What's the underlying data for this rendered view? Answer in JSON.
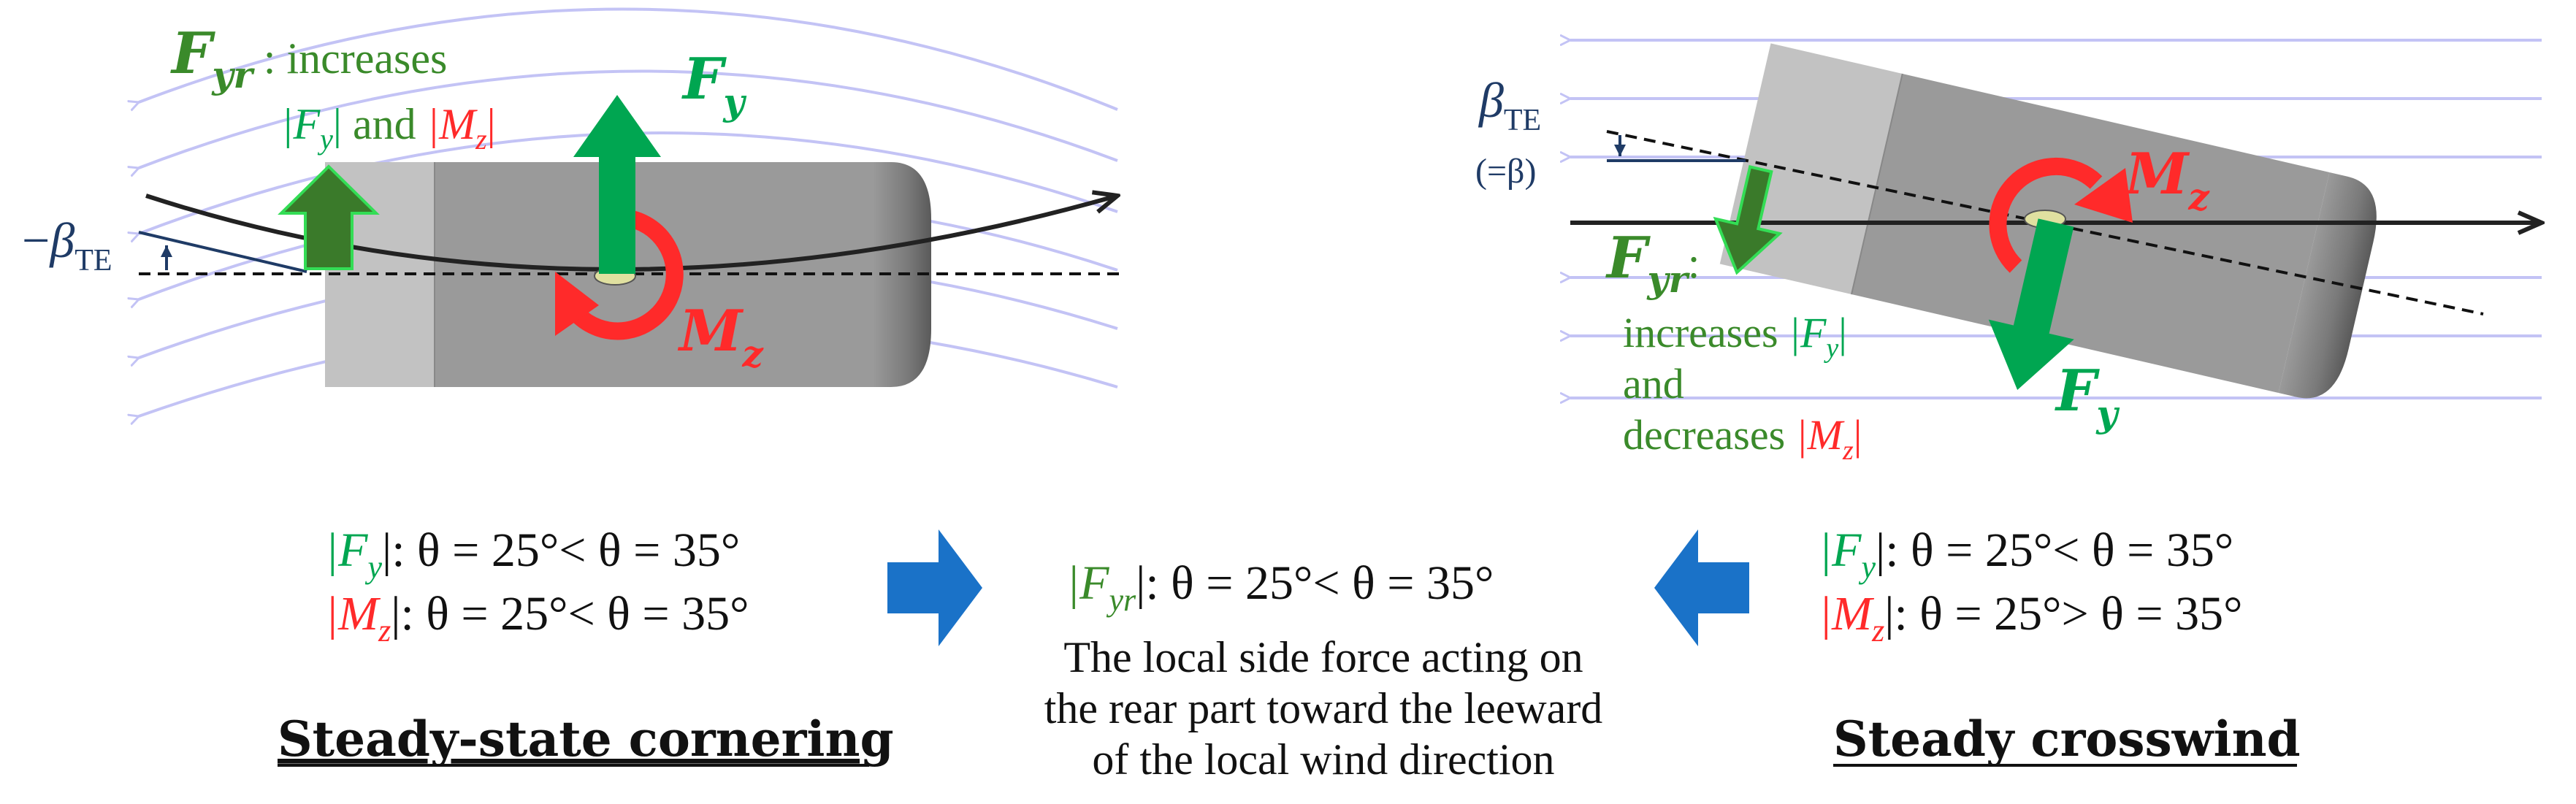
{
  "colors": {
    "fy": "#00a651",
    "fyr": "#3a8a2a",
    "fyr_text": "#3a8a2a",
    "mz": "#ff2a2a",
    "beta": "#1f3b66",
    "flow": "#c3c3f5",
    "arrow_blue": "#1a72c8",
    "body_light": "#c2c2c2",
    "body_dark": "#9a9a9a",
    "text": "#111111"
  },
  "left": {
    "fyr": "F",
    "fyr_sub": "yr",
    "fyr_colon": " : increases",
    "fy_part": "|F",
    "fy_sub": "y",
    "fy_close": "|",
    "and": " and ",
    "mz_part": "|M",
    "mz_sub": "z",
    "mz_close": "|",
    "fy": "F",
    "fy_label_sub": "y",
    "mz": "M",
    "mz_label_sub": "z",
    "beta_minus": "−",
    "beta": "β",
    "beta_sub": "TE",
    "cond_fy_open": "|F",
    "cond_fy_sub": "y",
    "cond_fy_rest": "|: θ = 25°< θ = 35°",
    "cond_mz_open": "|M",
    "cond_mz_sub": "z",
    "cond_mz_rest": "|: θ = 25°< θ = 35°",
    "title": "Steady-state cornering"
  },
  "right": {
    "beta": "β",
    "beta_sub": "TE",
    "beta_eq": "(=β)",
    "mz": "M",
    "mz_label_sub": "z",
    "fyr": "F",
    "fyr_sub": "yr",
    "fyr_colon": ":",
    "line1": "increases ",
    "fy_part": "|F",
    "fy_sub": "y",
    "fy_close": "|",
    "line2": "and",
    "line3": "decreases ",
    "mz_part": "|M",
    "mz_sub": "z",
    "mz_close": "|",
    "fy": "F",
    "fy_label_sub": "y",
    "cond_fy_open": "|F",
    "cond_fy_sub": "y",
    "cond_fy_rest": "|: θ = 25°< θ = 35°",
    "cond_mz_open": "|M",
    "cond_mz_sub": "z",
    "cond_mz_rest": "|: θ = 25°> θ = 35°",
    "title": "Steady crosswind"
  },
  "center": {
    "cond_open": "|F",
    "cond_sub": "yr",
    "cond_rest": "|: θ = 25°< θ = 35°",
    "desc1": "The local side force acting on",
    "desc2": "the rear part toward the leeward",
    "desc3": "of the local wind direction"
  }
}
